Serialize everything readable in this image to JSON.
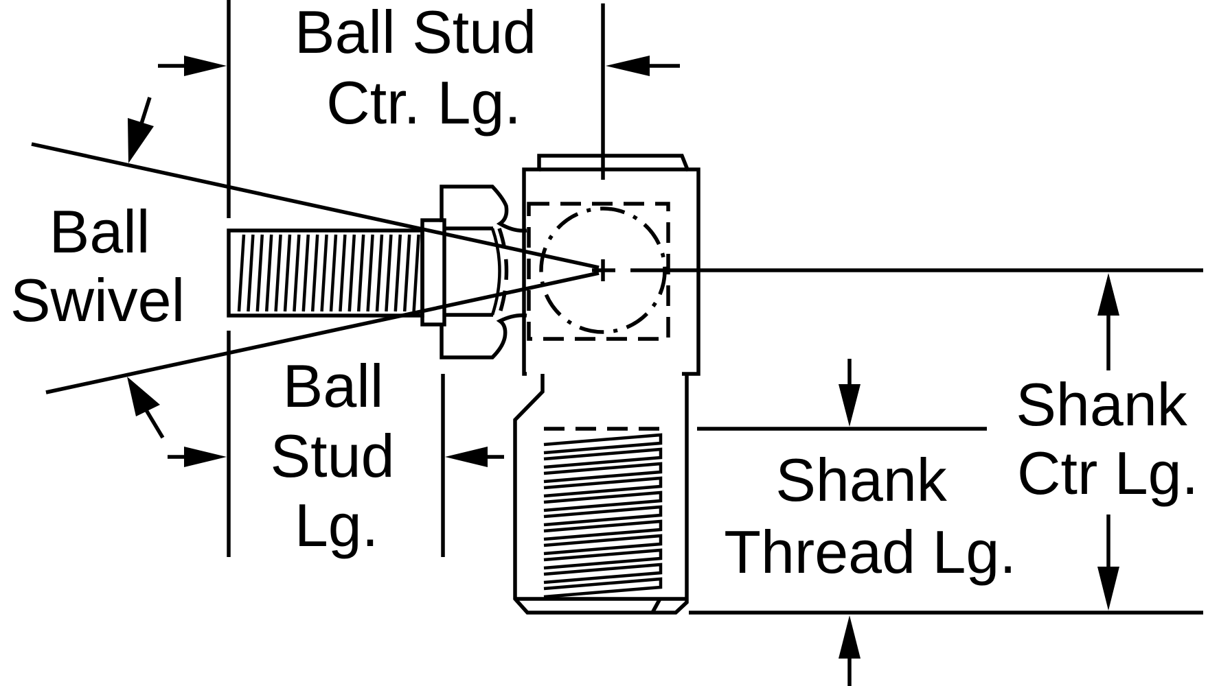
{
  "diagram": {
    "labels": {
      "ball_stud_ctr_lg": [
        "Ball Stud",
        "Ctr. Lg."
      ],
      "ball_swivel": [
        "Ball",
        "Swivel"
      ],
      "ball_stud_lg": [
        "Ball",
        "Stud",
        "Lg."
      ],
      "shank_ctr_lg": [
        "Shank",
        "Ctr Lg."
      ],
      "shank_thread_lg": [
        "Shank",
        "Thread Lg."
      ]
    }
  }
}
